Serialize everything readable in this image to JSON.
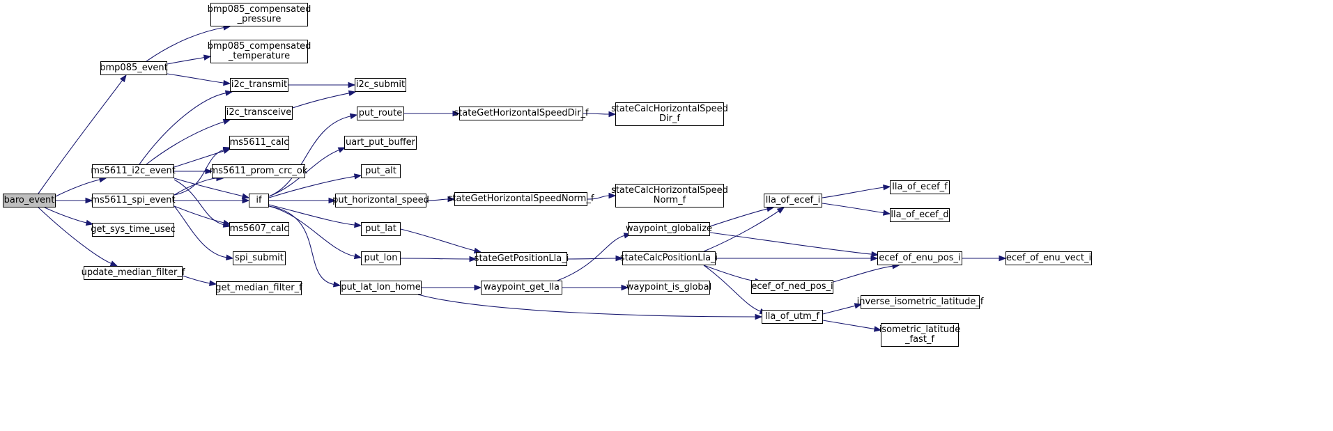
{
  "graph": {
    "nodes": [
      {
        "id": "baro_event",
        "label": "baro_event",
        "root": true
      },
      {
        "id": "bmp085_event",
        "label": "bmp085_event"
      },
      {
        "id": "ms5611_i2c_event",
        "label": "ms5611_i2c_event"
      },
      {
        "id": "ms5611_spi_event",
        "label": "ms5611_spi_event"
      },
      {
        "id": "get_sys_time_usec",
        "label": "get_sys_time_usec"
      },
      {
        "id": "update_median_filter_f",
        "label": "update_median_filter_f"
      },
      {
        "id": "bmp085_compensated_pressure",
        "label": "bmp085_compensated\n_pressure"
      },
      {
        "id": "bmp085_compensated_temperature",
        "label": "bmp085_compensated\n_temperature"
      },
      {
        "id": "i2c_transmit",
        "label": "i2c_transmit"
      },
      {
        "id": "i2c_transceive",
        "label": "i2c_transceive"
      },
      {
        "id": "ms5611_calc",
        "label": "ms5611_calc"
      },
      {
        "id": "ms5611_prom_crc_ok",
        "label": "ms5611_prom_crc_ok"
      },
      {
        "id": "if",
        "label": "if"
      },
      {
        "id": "ms5607_calc",
        "label": "ms5607_calc"
      },
      {
        "id": "spi_submit",
        "label": "spi_submit"
      },
      {
        "id": "get_median_filter_f",
        "label": "get_median_filter_f"
      },
      {
        "id": "i2c_submit",
        "label": "i2c_submit"
      },
      {
        "id": "put_route",
        "label": "put_route"
      },
      {
        "id": "uart_put_buffer",
        "label": "uart_put_buffer"
      },
      {
        "id": "put_alt",
        "label": "put_alt"
      },
      {
        "id": "put_horizontal_speed",
        "label": "put_horizontal_speed"
      },
      {
        "id": "put_lat",
        "label": "put_lat"
      },
      {
        "id": "put_lon",
        "label": "put_lon"
      },
      {
        "id": "put_lat_lon_home",
        "label": "put_lat_lon_home"
      },
      {
        "id": "stateGetHorizontalSpeedDir_f",
        "label": "stateGetHorizontalSpeedDir_f"
      },
      {
        "id": "stateGetHorizontalSpeedNorm_f",
        "label": "stateGetHorizontalSpeedNorm_f"
      },
      {
        "id": "stateGetPositionLla_i",
        "label": "stateGetPositionLla_i"
      },
      {
        "id": "waypoint_get_lla",
        "label": "waypoint_get_lla"
      },
      {
        "id": "stateCalcHorizontalSpeedDir_f",
        "label": "stateCalcHorizontalSpeed\nDir_f"
      },
      {
        "id": "stateCalcHorizontalSpeedNorm_f",
        "label": "stateCalcHorizontalSpeed\nNorm_f"
      },
      {
        "id": "waypoint_globalize",
        "label": "waypoint_globalize"
      },
      {
        "id": "stateCalcPositionLla_i",
        "label": "stateCalcPositionLla_i"
      },
      {
        "id": "waypoint_is_global",
        "label": "waypoint_is_global"
      },
      {
        "id": "lla_of_ecef_i",
        "label": "lla_of_ecef_i"
      },
      {
        "id": "ecef_of_ned_pos_i",
        "label": "ecef_of_ned_pos_i"
      },
      {
        "id": "lla_of_utm_f",
        "label": "lla_of_utm_f"
      },
      {
        "id": "lla_of_ecef_f",
        "label": "lla_of_ecef_f"
      },
      {
        "id": "lla_of_ecef_d",
        "label": "lla_of_ecef_d"
      },
      {
        "id": "ecef_of_enu_pos_i",
        "label": "ecef_of_enu_pos_i"
      },
      {
        "id": "inverse_isometric_latitude_f",
        "label": "inverse_isometric_latitude_f"
      },
      {
        "id": "isometric_latitude_fast_f",
        "label": "isometric_latitude\n_fast_f"
      },
      {
        "id": "ecef_of_enu_vect_i",
        "label": "ecef_of_enu_vect_i"
      }
    ],
    "edges": [
      [
        "baro_event",
        "bmp085_event"
      ],
      [
        "baro_event",
        "ms5611_i2c_event"
      ],
      [
        "baro_event",
        "ms5611_spi_event"
      ],
      [
        "baro_event",
        "get_sys_time_usec"
      ],
      [
        "baro_event",
        "update_median_filter_f"
      ],
      [
        "bmp085_event",
        "bmp085_compensated_pressure"
      ],
      [
        "bmp085_event",
        "bmp085_compensated_temperature"
      ],
      [
        "bmp085_event",
        "i2c_transmit"
      ],
      [
        "ms5611_i2c_event",
        "i2c_transmit"
      ],
      [
        "ms5611_i2c_event",
        "i2c_transceive"
      ],
      [
        "ms5611_i2c_event",
        "ms5611_calc"
      ],
      [
        "ms5611_i2c_event",
        "ms5611_prom_crc_ok"
      ],
      [
        "ms5611_i2c_event",
        "if"
      ],
      [
        "ms5611_i2c_event",
        "ms5607_calc"
      ],
      [
        "ms5611_spi_event",
        "ms5611_calc"
      ],
      [
        "ms5611_spi_event",
        "ms5611_prom_crc_ok"
      ],
      [
        "ms5611_spi_event",
        "if"
      ],
      [
        "ms5611_spi_event",
        "ms5607_calc"
      ],
      [
        "ms5611_spi_event",
        "spi_submit"
      ],
      [
        "update_median_filter_f",
        "get_median_filter_f"
      ],
      [
        "i2c_transmit",
        "i2c_submit"
      ],
      [
        "i2c_transceive",
        "i2c_submit"
      ],
      [
        "if",
        "put_route"
      ],
      [
        "if",
        "uart_put_buffer"
      ],
      [
        "if",
        "put_alt"
      ],
      [
        "if",
        "put_horizontal_speed"
      ],
      [
        "if",
        "put_lat"
      ],
      [
        "if",
        "put_lon"
      ],
      [
        "if",
        "put_lat_lon_home"
      ],
      [
        "put_route",
        "stateGetHorizontalSpeedDir_f"
      ],
      [
        "put_horizontal_speed",
        "stateGetHorizontalSpeedNorm_f"
      ],
      [
        "put_lat",
        "stateGetPositionLla_i"
      ],
      [
        "put_lon",
        "stateGetPositionLla_i"
      ],
      [
        "put_lat_lon_home",
        "waypoint_get_lla"
      ],
      [
        "put_lat_lon_home",
        "lla_of_utm_f"
      ],
      [
        "stateGetHorizontalSpeedDir_f",
        "stateCalcHorizontalSpeedDir_f"
      ],
      [
        "stateGetHorizontalSpeedNorm_f",
        "stateCalcHorizontalSpeedNorm_f"
      ],
      [
        "stateGetPositionLla_i",
        "stateCalcPositionLla_i"
      ],
      [
        "waypoint_get_lla",
        "waypoint_globalize"
      ],
      [
        "waypoint_get_lla",
        "waypoint_is_global"
      ],
      [
        "waypoint_globalize",
        "lla_of_ecef_i"
      ],
      [
        "waypoint_globalize",
        "ecef_of_enu_pos_i"
      ],
      [
        "stateCalcPositionLla_i",
        "lla_of_ecef_i"
      ],
      [
        "stateCalcPositionLla_i",
        "ecef_of_enu_pos_i"
      ],
      [
        "stateCalcPositionLla_i",
        "ecef_of_ned_pos_i"
      ],
      [
        "stateCalcPositionLla_i",
        "lla_of_utm_f"
      ],
      [
        "lla_of_ecef_i",
        "lla_of_ecef_f"
      ],
      [
        "lla_of_ecef_i",
        "lla_of_ecef_d"
      ],
      [
        "ecef_of_ned_pos_i",
        "ecef_of_enu_pos_i"
      ],
      [
        "ecef_of_enu_pos_i",
        "ecef_of_enu_vect_i"
      ],
      [
        "lla_of_utm_f",
        "inverse_isometric_latitude_f"
      ],
      [
        "lla_of_utm_f",
        "isometric_latitude_fast_f"
      ]
    ],
    "colors": {
      "edge": "#191970",
      "node_border": "#000000",
      "node_fill": "#ffffff",
      "root_fill": "#bfbfbf"
    }
  }
}
